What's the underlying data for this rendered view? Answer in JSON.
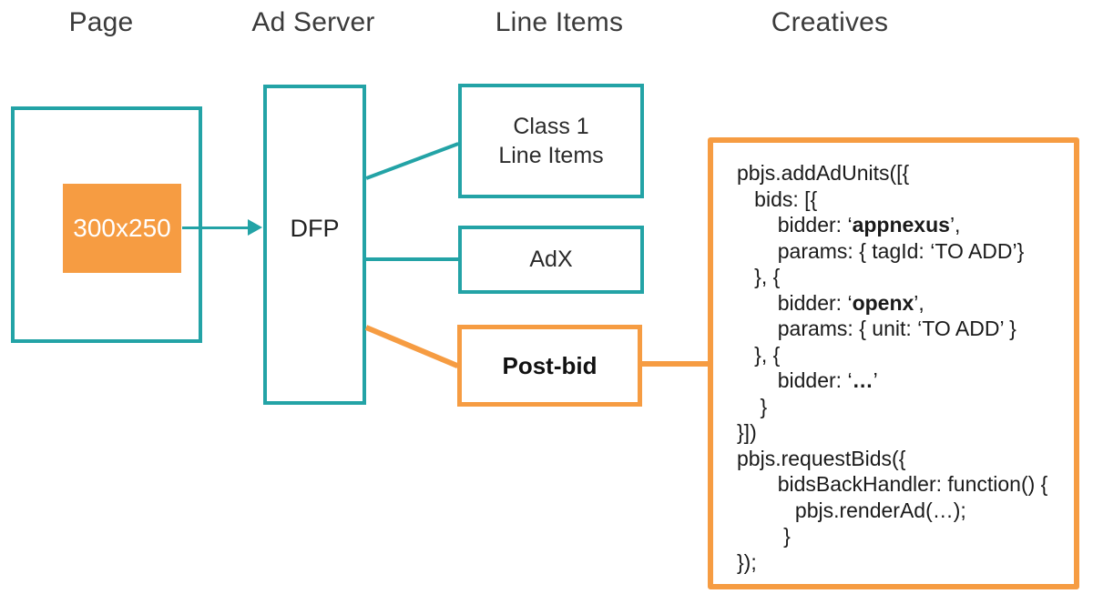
{
  "colors": {
    "teal": "#23A3A6",
    "orange": "#F69C42",
    "header_text": "#3B3B3B",
    "label_text": "#2B2B2B",
    "code_text": "#1A1A1A",
    "background": "#FFFFFF"
  },
  "headers": {
    "page": "Page",
    "ad_server": "Ad Server",
    "line_items": "Line Items",
    "creatives": "Creatives"
  },
  "diagram": {
    "ad_slot_label": "300x250",
    "ad_server_label": "DFP",
    "class1_label_line1": "Class 1",
    "class1_label_line2": "Line Items",
    "adx_label": "AdX",
    "postbid_label": "Post-bid"
  },
  "code": {
    "lines": [
      [
        {
          "t": "pbjs.addAdUnits([{"
        }
      ],
      [
        {
          "t": "   bids: [{"
        }
      ],
      [
        {
          "t": "       bidder: ‘"
        },
        {
          "t": "appnexus",
          "b": true
        },
        {
          "t": "’,"
        }
      ],
      [
        {
          "t": "       params: { tagId: ‘TO ADD’}"
        }
      ],
      [
        {
          "t": "   }, {"
        }
      ],
      [
        {
          "t": "       bidder: ‘"
        },
        {
          "t": "openx",
          "b": true
        },
        {
          "t": "’,"
        }
      ],
      [
        {
          "t": "       params: { unit: ‘TO ADD’ }"
        }
      ],
      [
        {
          "t": "   }, {"
        }
      ],
      [
        {
          "t": "       bidder: ‘"
        },
        {
          "t": "…",
          "b": true
        },
        {
          "t": "’"
        }
      ],
      [
        {
          "t": "    }"
        }
      ],
      [
        {
          "t": "}])"
        }
      ],
      [
        {
          "t": "pbjs.requestBids({"
        }
      ],
      [
        {
          "t": "       bidsBackHandler: function() {"
        }
      ],
      [
        {
          "t": "          pbjs.renderAd(…);"
        }
      ],
      [
        {
          "t": "        }"
        }
      ],
      [
        {
          "t": "});"
        }
      ]
    ]
  }
}
